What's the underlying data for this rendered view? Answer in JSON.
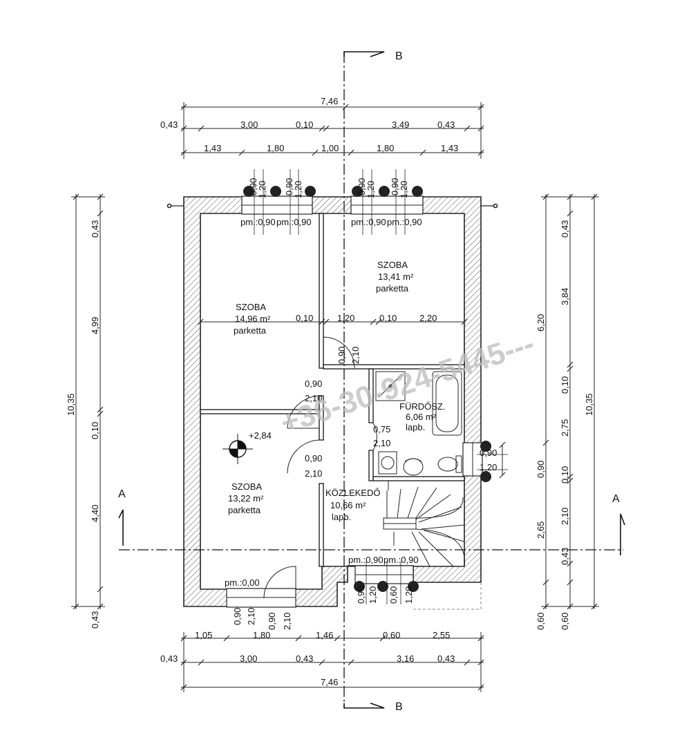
{
  "dims": {
    "top_total": "7,46",
    "top_a": [
      "0,43",
      "3,00",
      "0,10",
      "3,49",
      "0,43"
    ],
    "top_b": [
      "1,43",
      "1,80",
      "1,00",
      "1,80",
      "1,43"
    ],
    "bot_a": [
      "1,05",
      "1,80",
      "1,46",
      "0,60",
      "2,55"
    ],
    "bot_b": [
      "0,43",
      "3,00",
      "0,43",
      "3,16",
      "0,43"
    ],
    "bot_total": "7,46",
    "left_total": "10,35",
    "left_parts": [
      "0,43",
      "4,99",
      "0,10",
      "4,40",
      "0,43"
    ],
    "right_outer": "10,35",
    "right_a": [
      "6,20",
      "2,65",
      "0,60"
    ],
    "right_b": [
      "0,43",
      "3,84",
      "0,10",
      "2,75",
      "0,10",
      "2,10",
      "0,43",
      "0,60"
    ],
    "right_c": "0,90",
    "inner_mid": [
      "0,10",
      "1,20",
      "0,10",
      "2,20"
    ]
  },
  "windows": {
    "top_w": [
      "0,90",
      "1,20",
      "0,90",
      "1,20",
      "0,90",
      "1,20",
      "0,90",
      "1,20"
    ],
    "top_pm": [
      "pm.:0,90",
      "pm.:0,90",
      "pm.:0,90",
      "pm.:0,90"
    ],
    "bottom_pm": [
      "pm.:0,90",
      "pm.:0,90"
    ],
    "bottom_w": [
      "0,90",
      "1,20",
      "0,60",
      "1,20"
    ],
    "bath_w": [
      "0,90",
      "1,20"
    ],
    "door_pm": "pm.:0,00",
    "door_dims": [
      "0,90",
      "2,10",
      "0,90",
      "2,10"
    ]
  },
  "doors": {
    "d1": [
      "0,90",
      "2,10"
    ],
    "d2": [
      "0,90",
      "2,10"
    ],
    "d3": [
      "0,90",
      "2,10"
    ],
    "d4": [
      "0,75",
      "2,10"
    ]
  },
  "rooms": {
    "r1": {
      "name": "SZOBA",
      "area": "14,96 m²",
      "floor": "parketta"
    },
    "r2": {
      "name": "SZOBA",
      "area": "13,41 m²",
      "floor": "parketta"
    },
    "r3": {
      "name": "FÜRDŐSZ.",
      "area": "6,06 m²",
      "floor": "lapb."
    },
    "r4": {
      "name": "SZOBA",
      "area": "13,22 m²",
      "floor": "parketta"
    },
    "r5": {
      "name": "KÖZLEKEDŐ",
      "area": "10,66 m²",
      "floor": "lapb."
    }
  },
  "level": "+2,84",
  "section": {
    "a": "A",
    "b": "B"
  },
  "watermark": "+36-30-924-5445---"
}
